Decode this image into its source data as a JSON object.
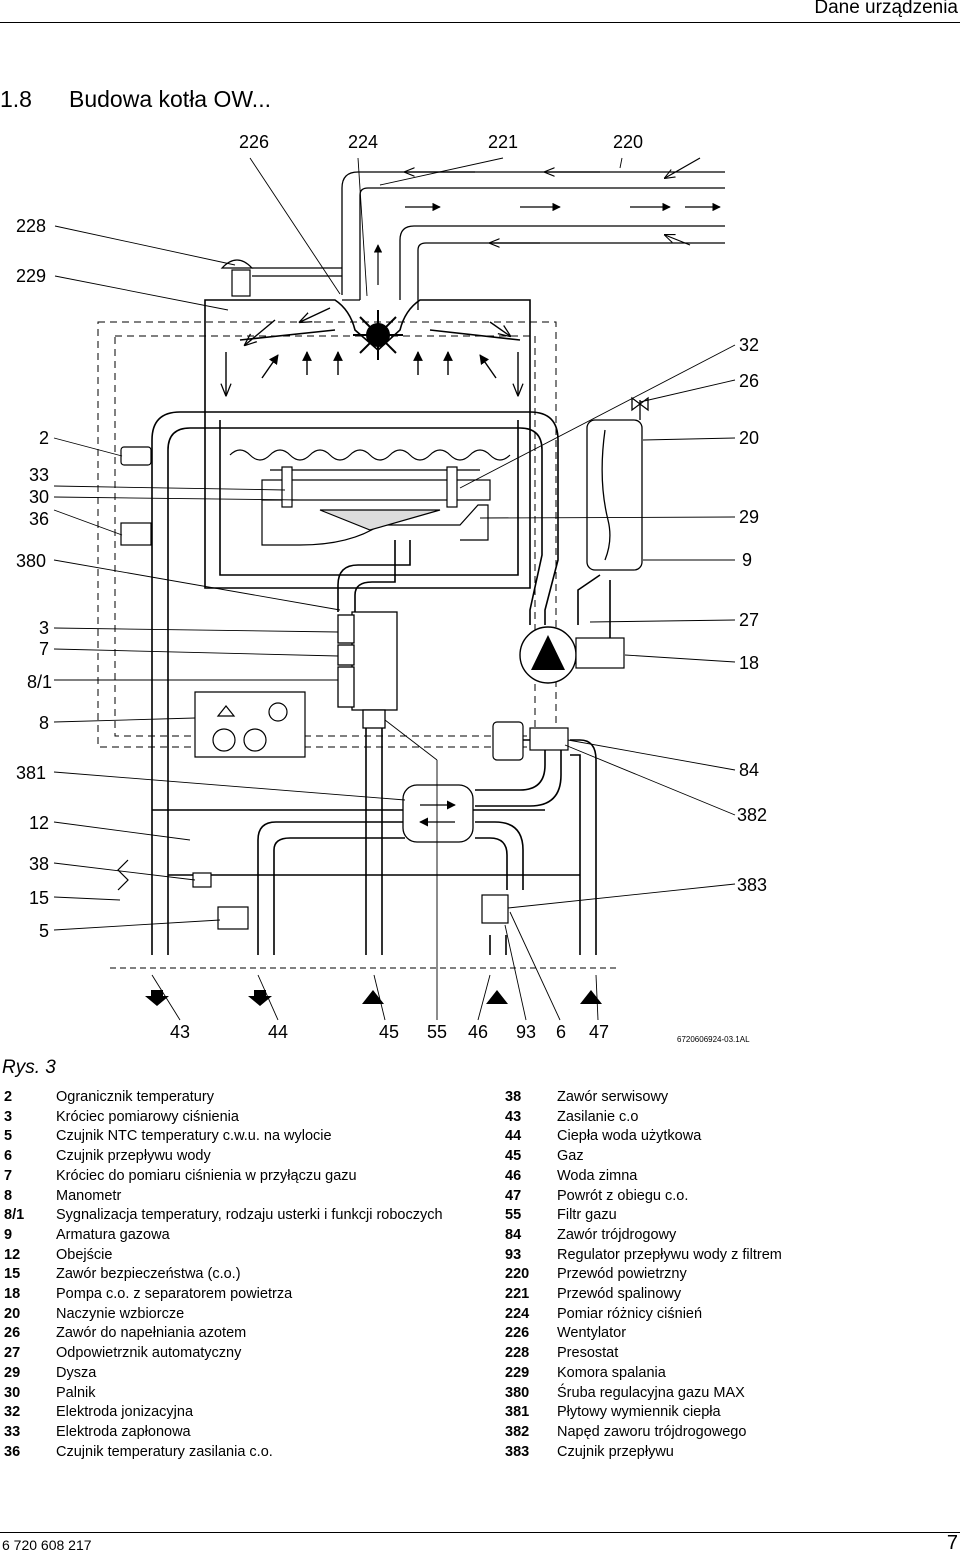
{
  "header": {
    "title": "Dane urządzenia"
  },
  "section": {
    "number": "1.8",
    "title": "Budowa kotła OW..."
  },
  "diagram": {
    "labels_top": [
      "226",
      "224",
      "221",
      "220"
    ],
    "labels_left": [
      "228",
      "229",
      "2",
      "33",
      "30",
      "36",
      "380",
      "3",
      "7",
      "8/1",
      "8",
      "381",
      "12",
      "38",
      "15",
      "5"
    ],
    "labels_right": [
      "32",
      "26",
      "20",
      "29",
      "9",
      "27",
      "18",
      "84",
      "382",
      "383"
    ],
    "labels_bottom": [
      "43",
      "44",
      "45",
      "55",
      "46",
      "93",
      "6",
      "47"
    ],
    "drawing_code": "6720606924-03.1AL"
  },
  "figure": {
    "caption": "Rys. 3"
  },
  "legend_left": [
    {
      "key": "2",
      "desc": "Ogranicznik temperatury"
    },
    {
      "key": "3",
      "desc": "Króciec pomiarowy ciśnienia"
    },
    {
      "key": "5",
      "desc": "Czujnik NTC temperatury c.w.u. na wylocie"
    },
    {
      "key": "6",
      "desc": "Czujnik przepływu wody"
    },
    {
      "key": "7",
      "desc": "Króciec do pomiaru ciśnienia w przyłączu gazu"
    },
    {
      "key": "8",
      "desc": "Manometr"
    },
    {
      "key": "8/1",
      "desc": "Sygnalizacja temperatury, rodzaju usterki i funkcji roboczych"
    },
    {
      "key": "9",
      "desc": "Armatura gazowa"
    },
    {
      "key": "12",
      "desc": "Obejście"
    },
    {
      "key": "15",
      "desc": "Zawór bezpieczeństwa (c.o.)"
    },
    {
      "key": "18",
      "desc": "Pompa c.o. z separatorem powietrza"
    },
    {
      "key": "20",
      "desc": "Naczynie wzbiorcze"
    },
    {
      "key": "26",
      "desc": "Zawór do napełniania azotem"
    },
    {
      "key": "27",
      "desc": "Odpowietrznik automatyczny"
    },
    {
      "key": "29",
      "desc": "Dysza"
    },
    {
      "key": "30",
      "desc": "Palnik"
    },
    {
      "key": "32",
      "desc": "Elektroda jonizacyjna"
    },
    {
      "key": "33",
      "desc": "Elektroda zapłonowa"
    },
    {
      "key": "36",
      "desc": "Czujnik temperatury zasilania c.o."
    }
  ],
  "legend_right": [
    {
      "key": "38",
      "desc": "Zawór serwisowy"
    },
    {
      "key": "43",
      "desc": "Zasilanie c.o"
    },
    {
      "key": "44",
      "desc": "Ciepła woda użytkowa"
    },
    {
      "key": "45",
      "desc": "Gaz"
    },
    {
      "key": "46",
      "desc": "Woda zimna"
    },
    {
      "key": "47",
      "desc": "Powrót z obiegu c.o."
    },
    {
      "key": "55",
      "desc": "Filtr gazu"
    },
    {
      "key": "84",
      "desc": "Zawór trójdrogowy"
    },
    {
      "key": "93",
      "desc": "Regulator przepływu wody z filtrem"
    },
    {
      "key": "220",
      "desc": "Przewód powietrzny"
    },
    {
      "key": "221",
      "desc": "Przewód spalinowy"
    },
    {
      "key": "224",
      "desc": "Pomiar różnicy ciśnień"
    },
    {
      "key": "226",
      "desc": "Wentylator"
    },
    {
      "key": "228",
      "desc": "Presostat"
    },
    {
      "key": "229",
      "desc": "Komora spalania"
    },
    {
      "key": "380",
      "desc": "Śruba regulacyjna gazu MAX"
    },
    {
      "key": "381",
      "desc": "Płytowy wymiennik ciepła"
    },
    {
      "key": "382",
      "desc": "Napęd zaworu trójdrogowego"
    },
    {
      "key": "383",
      "desc": "Czujnik przepływu"
    }
  ],
  "footer": {
    "doc_number": "6 720 608 217",
    "page_number": "7"
  }
}
